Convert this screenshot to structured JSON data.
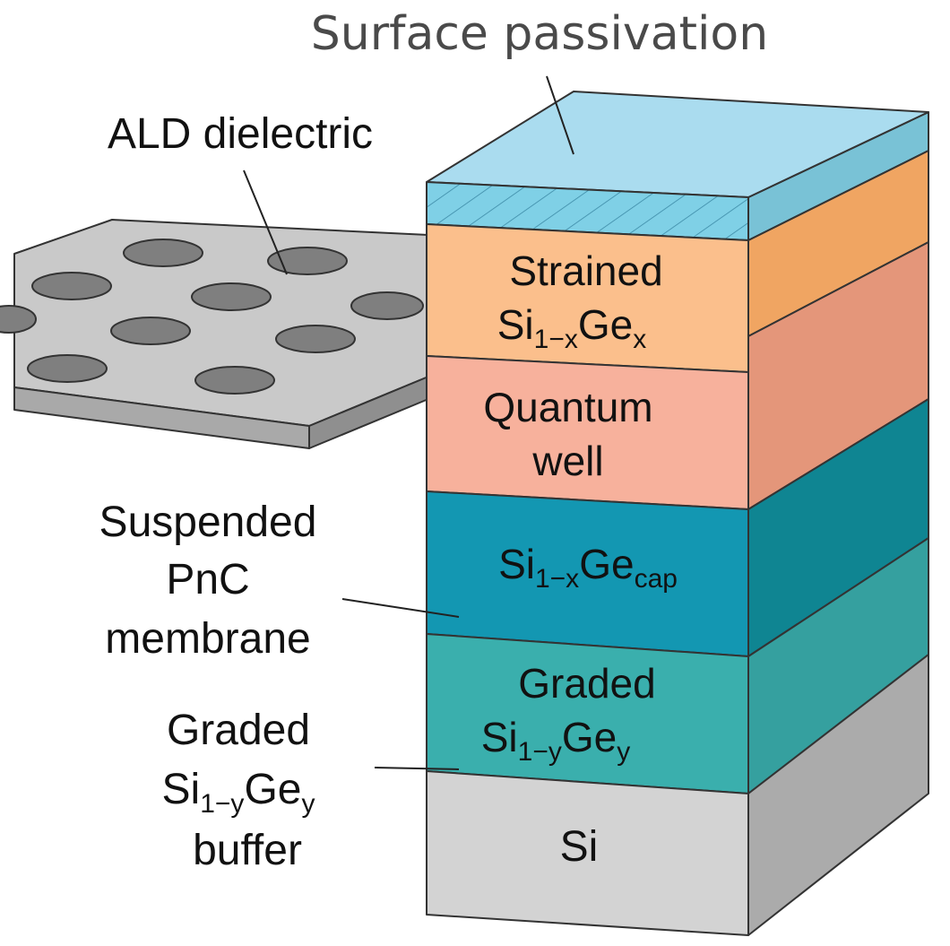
{
  "labels": {
    "surface_passivation": "Surface passivation",
    "ald_dielectric": "ALD dielectric",
    "suspended": [
      "Suspended",
      "PnC",
      "membrane"
    ],
    "buffer_line1": "Graded",
    "buffer_si": "Si",
    "buffer_sub_si": "1−y",
    "buffer_ge": "Ge",
    "buffer_sub_ge": "y",
    "buffer_line3": "buffer"
  },
  "layers": {
    "strained": {
      "line1": "Strained",
      "si": "Si",
      "sub_si": "1−x",
      "ge": "Ge",
      "sub_ge": "x"
    },
    "quantum_well": [
      "Quantum",
      "well"
    ],
    "cap": {
      "si": "Si",
      "sub_si": "1−x",
      "ge": "Ge",
      "sub_ge": "cap"
    },
    "graded": {
      "line1": "Graded",
      "si": "Si",
      "sub_si": "1−y",
      "ge": "Ge",
      "sub_ge": "y"
    },
    "substrate": "Si"
  },
  "colors": {
    "passivation_top": "#aadcef",
    "passivation_front": "#7fd0e6",
    "passivation_side": "#79c2d6",
    "strained_front": "#fbbf8c",
    "strained_side": "#f0a562",
    "qw_front": "#f7b19c",
    "qw_side": "#e4967a",
    "cap_front": "#1397b2",
    "cap_side": "#0f8592",
    "graded_front": "#3aafad",
    "graded_side": "#35a09f",
    "si_front": "#d3d3d3",
    "si_side": "#ababab",
    "membrane_top": "#c9c9c9",
    "membrane_edge": "#a9a9a9",
    "hole": "#7f7f7f"
  }
}
